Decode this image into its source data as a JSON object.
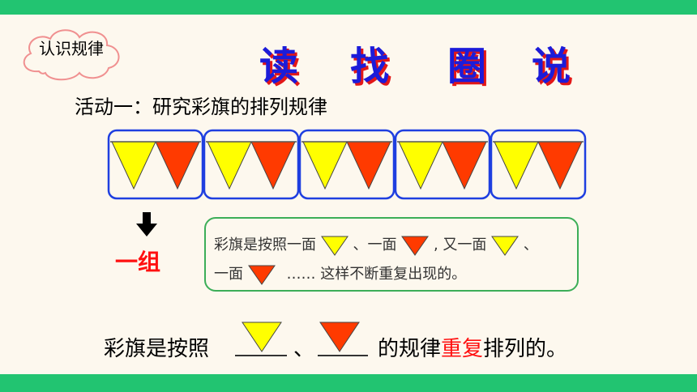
{
  "header": {
    "tag_label": "认识规律"
  },
  "title_chars": [
    "读",
    "找",
    "圈",
    "说"
  ],
  "activity": {
    "text": "活动一：研究彩旗的排列规律"
  },
  "flags": {
    "group_count": 5,
    "colors": {
      "yellow": "#ffff00",
      "red": "#ff3a00",
      "frame": "#1f3fe0"
    }
  },
  "group_label": "一组",
  "rule": {
    "line1": [
      "彩旗是按照一面",
      "、一面",
      ", 又一面",
      "、"
    ],
    "line2": [
      "一面",
      "…… 这样不断重复出现的。"
    ]
  },
  "summary": {
    "prefix": "彩旗是按照",
    "sep": "、",
    "middle": "的规律",
    "highlight": "重复",
    "suffix": "排列的。"
  }
}
